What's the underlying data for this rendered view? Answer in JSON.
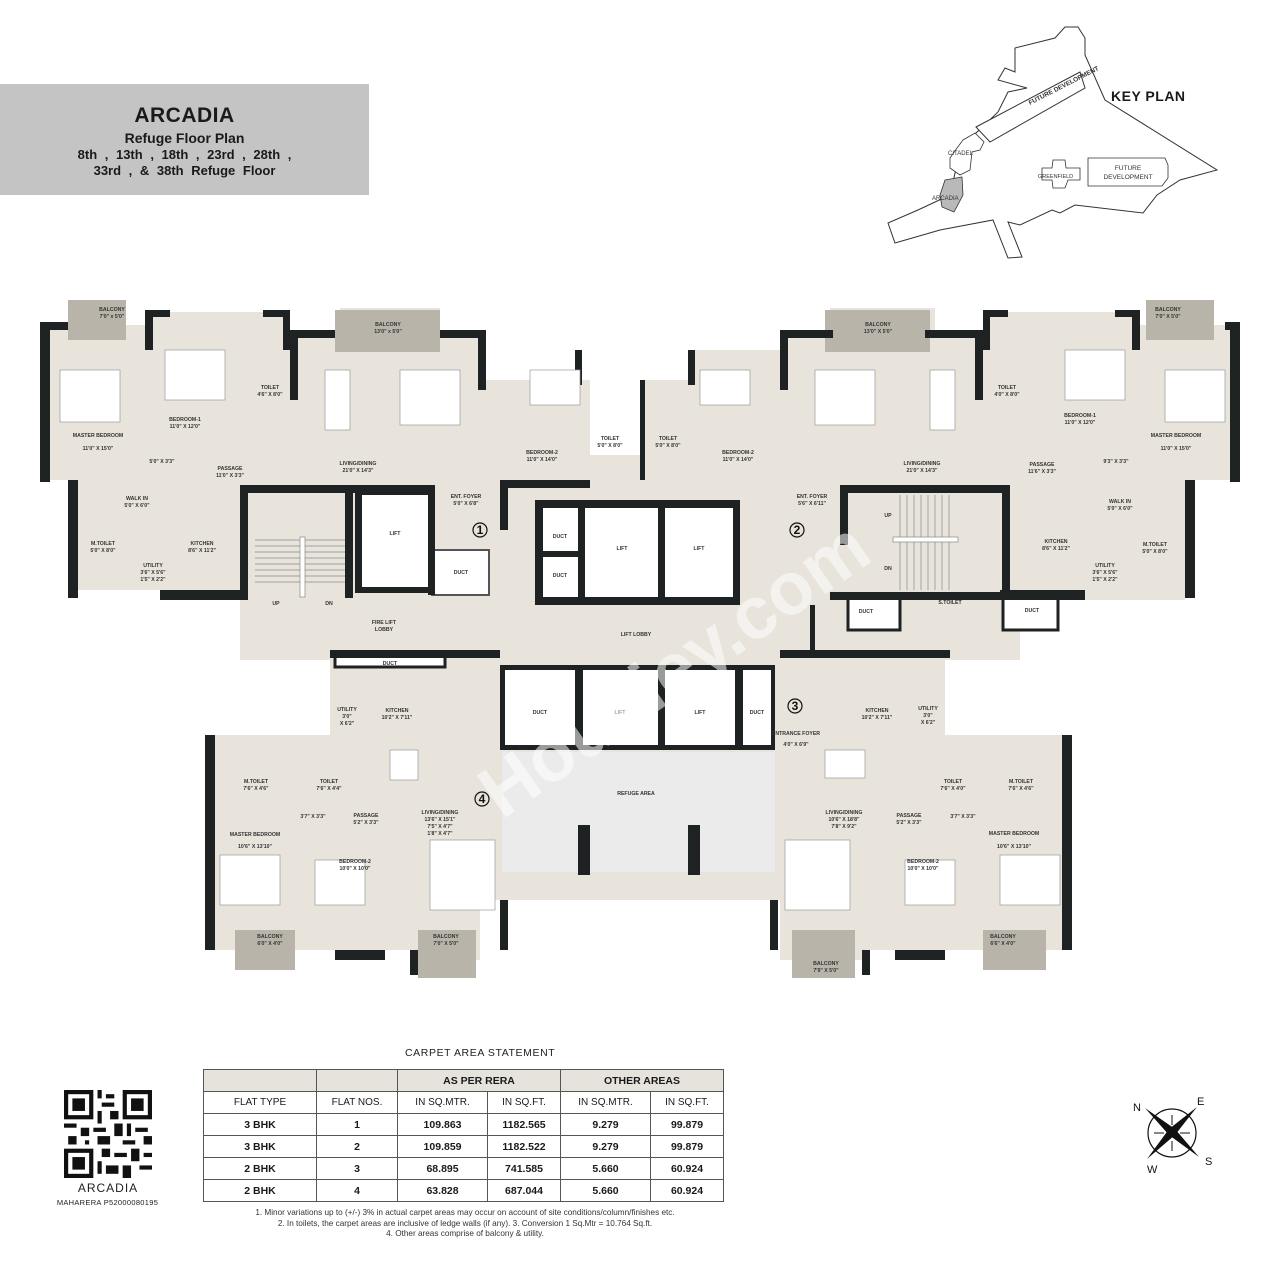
{
  "header": {
    "project_name": "ARCADIA",
    "subtitle": "Refuge Floor Plan",
    "floors_line1": "8th ,  13th ,  18th ,  23rd ,  28th ,",
    "floors_line2": "33rd ,  &  38th  Refuge Floor"
  },
  "key_plan": {
    "title": "KEY PLAN",
    "labels": {
      "future_dev_1": "FUTURE DEVELOPMENT",
      "future_dev_2_l1": "FUTURE",
      "future_dev_2_l2": "DEVELOPMENT",
      "citadel": "CITADEL",
      "greenfield": "GREENFIELD",
      "arcadia": "ARCADIA"
    },
    "highlight_color": "#b9b9b9"
  },
  "floor_plan": {
    "colors": {
      "wall": "#1e2222",
      "floor": "#e8e4dc",
      "balcony": "#b9b4aa",
      "refuge": "#ebebeb",
      "core": "#ffffff"
    },
    "flat_markers": [
      "1",
      "2",
      "3",
      "4"
    ],
    "rooms": {
      "f1_balcony_mb": {
        "name": "BALCONY",
        "dim": "7'0\" x 5'0\""
      },
      "f1_master": {
        "name": "MASTER BEDROOM",
        "dim": "11'0\" X 15'0\""
      },
      "f1_bed1": {
        "name": "BEDROOM-1",
        "dim": "11'0\" X 12'0\""
      },
      "f1_toilet": {
        "name": "TOILET",
        "dim": "4'6\" X 8'0\""
      },
      "f1_balcony_living": {
        "name": "BALCONY",
        "dim": "13'0\" x 5'0\""
      },
      "f1_living": {
        "name": "LIVING/DINING",
        "dim": "21'0\" X 14'3\""
      },
      "f1_bed2": {
        "name": "BEDROOM-2",
        "dim": "11'0\" X 14'0\""
      },
      "f1_toilet2": {
        "name": "TOILET",
        "dim": "5'0\" X 8'0\""
      },
      "f1_passage": {
        "name": "PASSAGE",
        "dim": "11'0\" X 3'3\""
      },
      "f1_passage2": {
        "name": "5'0\" X 3'3\""
      },
      "f1_walkin": {
        "name": "WALK IN",
        "dim": "5'0\" X 6'0\""
      },
      "f1_mtoilet": {
        "name": "M.TOILET",
        "dim": "5'0\" X 8'0\""
      },
      "f1_kitchen": {
        "name": "KITCHEN",
        "dim": "8'6\" X 11'2\""
      },
      "f1_utility": {
        "name": "UTILITY",
        "dim": "3'6\" X 5'6\"",
        "dim2": "1'5\" X 2'2\""
      },
      "f1_foyer": {
        "name": "ENT. FOYER",
        "dim": "5'0\" X 6'8\""
      },
      "f2_balcony_living": {
        "name": "BALCONY",
        "dim": "13'0\" X 5'0\""
      },
      "f2_living": {
        "name": "LIVING/DINING",
        "dim": "21'0\" X 14'3\""
      },
      "f2_toilet": {
        "name": "TOILET",
        "dim": "4'0\" X 8'0\""
      },
      "f2_bed2": {
        "name": "BEDROOM-2",
        "dim": "11'0\" X 14'0\""
      },
      "f2_toilet2": {
        "name": "TOILET",
        "dim": "5'0\" X 8'0\""
      },
      "f2_foyer": {
        "name": "ENT. FOYER",
        "dim": "5'6\" X 6'11\""
      },
      "f2_balcony_mb": {
        "name": "BALCONY",
        "dim": "7'0\" X 5'0\""
      },
      "f2_bed1": {
        "name": "BEDROOM-1",
        "dim": "11'0\" X 12'0\""
      },
      "f2_master": {
        "name": "MASTER BEDROOM",
        "dim": "11'0\" X 15'0\""
      },
      "f2_passage": {
        "name": "PASSAGE",
        "dim": "11'6\" X 3'3\""
      },
      "f2_passage2": {
        "name": "9'3\" X 3'3\""
      },
      "f2_walkin": {
        "name": "WALK IN",
        "dim": "5'0\" X 6'0\""
      },
      "f2_mtoilet": {
        "name": "M.TOILET",
        "dim": "5'0\" X 8'0\""
      },
      "f2_kitchen": {
        "name": "KITCHEN",
        "dim": "8'6\" X 11'2\""
      },
      "f2_utility": {
        "name": "UTILITY",
        "dim": "3'6\" X 5'6\"",
        "dim2": "1'5\" X 2'2\""
      },
      "f3_kitchen": {
        "name": "KITCHEN",
        "dim": "10'2\" X 7'11\""
      },
      "f3_utility": {
        "name": "UTILITY",
        "dim": "3'0\"",
        "dim2": "X 6'2\""
      },
      "f3_foyer": {
        "name": "ENTRANCE FOYER",
        "dim": "4'0\" X 6'9\""
      },
      "f3_toilet": {
        "name": "TOILET",
        "dim": "7'6\" X 4'0\""
      },
      "f3_mtoilet": {
        "name": "M.TOILET",
        "dim": "7'6\" X 4'6\""
      },
      "f3_living": {
        "name": "LIVING/DINING",
        "dim": "10'6\" X 18'8\"",
        "dim2": "7'8\" X 9'2\""
      },
      "f3_passage": {
        "name": "PASSAGE",
        "dim": "5'2\" X 3'3\""
      },
      "f3_passage2": {
        "name": "3'7\" X 3'3\""
      },
      "f3_master": {
        "name": "MASTER BEDROOM",
        "dim": "10'6\" X 13'10\""
      },
      "f3_bed2": {
        "name": "BEDROOM-2",
        "dim": "10'0\" X 10'0\""
      },
      "f3_balcony_living": {
        "name": "BALCONY",
        "dim": "7'9\" X 5'0\""
      },
      "f3_balcony_mb": {
        "name": "BALCONY",
        "dim": "6'6\" X 4'0\""
      },
      "f4_utility": {
        "name": "UTILITY",
        "dim": "3'0\"",
        "dim2": "X 6'2\""
      },
      "f4_kitchen": {
        "name": "KITCHEN",
        "dim": "10'2\" X 7'11\""
      },
      "f4_mtoilet": {
        "name": "M.TOILET",
        "dim": "7'6\" X 4'6\""
      },
      "f4_toilet": {
        "name": "TOILET",
        "dim": "7'6\" X 4'4\""
      },
      "f4_passage": {
        "name": "PASSAGE",
        "dim": "5'2\" X 3'3\""
      },
      "f4_passage2": {
        "name": "3'7\" X 3'3\""
      },
      "f4_living": {
        "name": "LIVING/DINING",
        "dim": "13'6\" X 15'1\"",
        "dim2": "7'5\" X 4'7\"",
        "dim3": "1'8\" X 4'7\""
      },
      "f4_master": {
        "name": "MASTER BEDROOM",
        "dim": "10'6\" X 13'10\""
      },
      "f4_bed2": {
        "name": "BEDROOM-2",
        "dim": "10'0\" X 10'0\""
      },
      "f4_balcony_mb": {
        "name": "BALCONY",
        "dim": "6'0\" X 4'0\""
      },
      "f4_balcony_living": {
        "name": "BALCONY",
        "dim": "7'0\" X 5'0\""
      },
      "core_lift": "LIFT",
      "core_duct": "DUCT",
      "fire_lift_lobby_l1": "FIRE LIFT",
      "fire_lift_lobby_l2": "LOBBY",
      "lift_lobby": "LIFT LOBBY",
      "refuge_area": "REFUGE AREA",
      "stair_up": "UP",
      "stair_dn": "DN",
      "s_toilet": "S.TOILET"
    },
    "watermark": "Housiey.com"
  },
  "carpet_area_statement": {
    "title": "CARPET AREA STATEMENT",
    "group_headers": [
      "",
      "",
      "AS PER RERA",
      "OTHER AREAS"
    ],
    "columns": [
      "FLAT TYPE",
      "FLAT NOS.",
      "IN SQ.MTR.",
      "IN SQ.FT.",
      "IN SQ.MTR.",
      "IN SQ.FT."
    ],
    "rows": [
      [
        "3 BHK",
        "1",
        "109.863",
        "1182.565",
        "9.279",
        "99.879"
      ],
      [
        "3 BHK",
        "2",
        "109.859",
        "1182.522",
        "9.279",
        "99.879"
      ],
      [
        "2 BHK",
        "3",
        "68.895",
        "741.585",
        "5.660",
        "60.924"
      ],
      [
        "2 BHK",
        "4",
        "63.828",
        "687.044",
        "5.660",
        "60.924"
      ]
    ],
    "notes": [
      "1. Minor variations up to (+/-) 3% in actual carpet areas may occur on account of site conditions/column/finishes etc.",
      "2. In toilets, the carpet areas are inclusive of ledge walls (if any). 3. Conversion 1 Sq.Mtr = 10.764 Sq.ft.",
      "4. Other areas comprise of balcony & utility."
    ]
  },
  "qr_block": {
    "name": "ARCADIA",
    "rera": "MAHARERA P52000080195"
  },
  "compass": {
    "n": "N",
    "e": "E",
    "s": "S",
    "w": "W"
  }
}
